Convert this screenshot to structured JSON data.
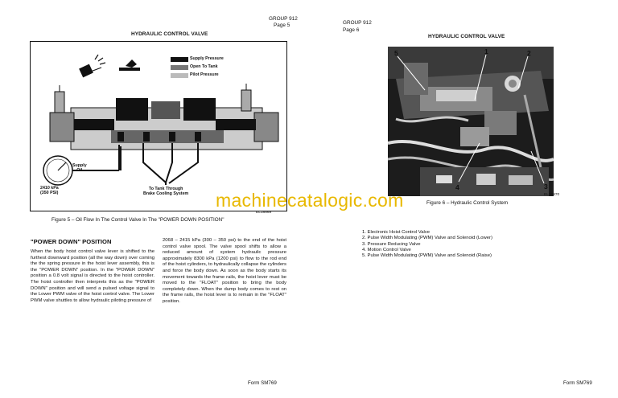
{
  "left_page": {
    "group": "GROUP 912",
    "page": "Page 5",
    "title": "HYDRAULIC CONTROL VALVE",
    "figure": {
      "legend": [
        "Supply Pressure",
        "Open To Tank",
        "Pilot Pressure"
      ],
      "labels": {
        "supply_oil": "Supply\nOil",
        "gauge_reading": "2410 kPa\n(350 PSI)",
        "to_tank": "To Tank Through\nBrake Cooling System",
        "code": "EL18869"
      },
      "caption": "Figure 5 – Oil Flow In The Control Valve In The \"POWER DOWN POSITION\""
    },
    "section_title": "\"POWER DOWN\" POSITION",
    "col1": "When the body hoist control valve lever is shifted to the furthest downward position (all the way down) over coming the the spring pressure in the hoist lever assembly, this is the \"POWER DOWN\" position. In the \"POWER DOWN\" position a 0.8 volt signal is directed to the hoist controller. The hoist controller then interprets this as the \"POWER DOWN\" position and will send a pulsed voltage signal to the Lower PWM valve of the hoist control valve. The Lower PWM valve shuttles to allow hydraulic piloting pressure of",
    "col2": "2068 – 2415 kPa (300 – 350 psi) to the end of the hoist control valve spool. The valve spool shifts to allow a reduced amount of system hydraulic pressure approximately 8300 kPa (1200 psi) to flow to the rod end of the hoist cylinders, to hydraulically collapse the cylinders and force the body down. As soon as the body starts its movement towards the frame rails, the hoist lever must be moved to the \"FLOAT\" position to bring the body completely down. When the dump body comes to rest on the frame rails, the hoist lever is to remain in the \"FLOAT\" position.",
    "form": "Form SM769"
  },
  "right_page": {
    "group": "GROUP 912",
    "page": "Page 6",
    "title": "HYDRAULIC CONTROL VALVE",
    "callouts": [
      "5",
      "1",
      "2",
      "4",
      "3"
    ],
    "code": "EL18870",
    "caption": "Figure 6 – Hydraulic Control System",
    "list": [
      "1. Electronic Hoist Control Valve",
      "2. Pulse Width Modulating (PWM) Valve and Solenoid (Lower)",
      "3. Pressure Reducing Valve",
      "4. Motion Control Valve",
      "5. Pulse Width Modulating  (PWM) Valve and Solenoid (Raise)"
    ],
    "form": "Form SM769"
  },
  "watermark": "machinecatalogic.com"
}
